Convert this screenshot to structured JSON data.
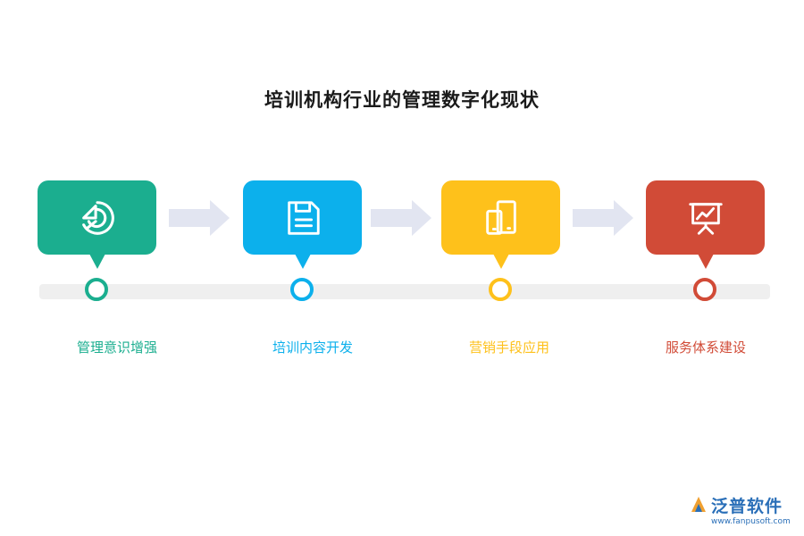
{
  "title": "培训机构行业的管理数字化现状",
  "colors": {
    "teal": "#1bae8f",
    "blue": "#0cb0ec",
    "yellow": "#fec11b",
    "red": "#d14b37",
    "arrow": "#e2e5f1",
    "track": "#efefef"
  },
  "steps": [
    {
      "label": "管理意识增强",
      "icon": "chart-pie-icon",
      "color": "#1bae8f"
    },
    {
      "label": "培训内容开发",
      "icon": "save-icon",
      "color": "#0cb0ec"
    },
    {
      "label": "营销手段应用",
      "icon": "devices-icon",
      "color": "#fec11b"
    },
    {
      "label": "服务体系建设",
      "icon": "presentation-chart-icon",
      "color": "#d14b37"
    }
  ],
  "logo": {
    "name": "泛普软件",
    "url": "www.fanpusoft.com"
  }
}
